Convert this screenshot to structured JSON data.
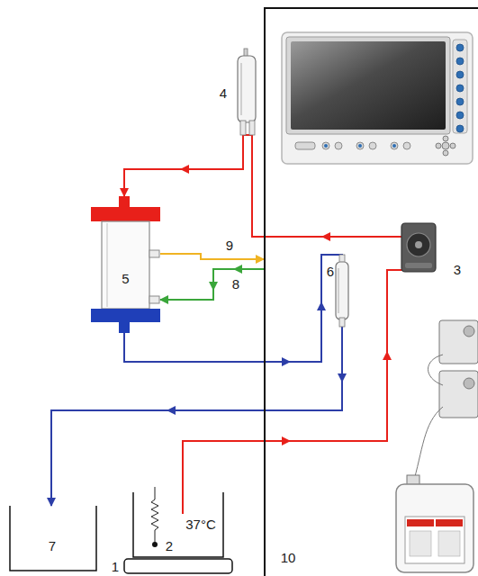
{
  "diagram": {
    "nodes": [
      {
        "text": [
          "5"
        ]
      },
      {
        "text": [
          "10"
        ]
      },
      {
        "text": [
          "7"
        ]
      },
      {
        "text": [
          "2",
          "37°C"
        ]
      }
    ],
    "edges": [
      {
        "from": 3,
        "to": 0,
        "arrow": "to"
      },
      {
        "from": 0,
        "to": 1,
        "label": "9",
        "arrow": "to"
      },
      {
        "from": 1,
        "to": 0,
        "label": "8",
        "arrow": "to"
      },
      {
        "from": 0,
        "to": 2,
        "arrow": "to"
      }
    ],
    "labels": [
      "1",
      "3",
      "4",
      "6"
    ]
  }
}
